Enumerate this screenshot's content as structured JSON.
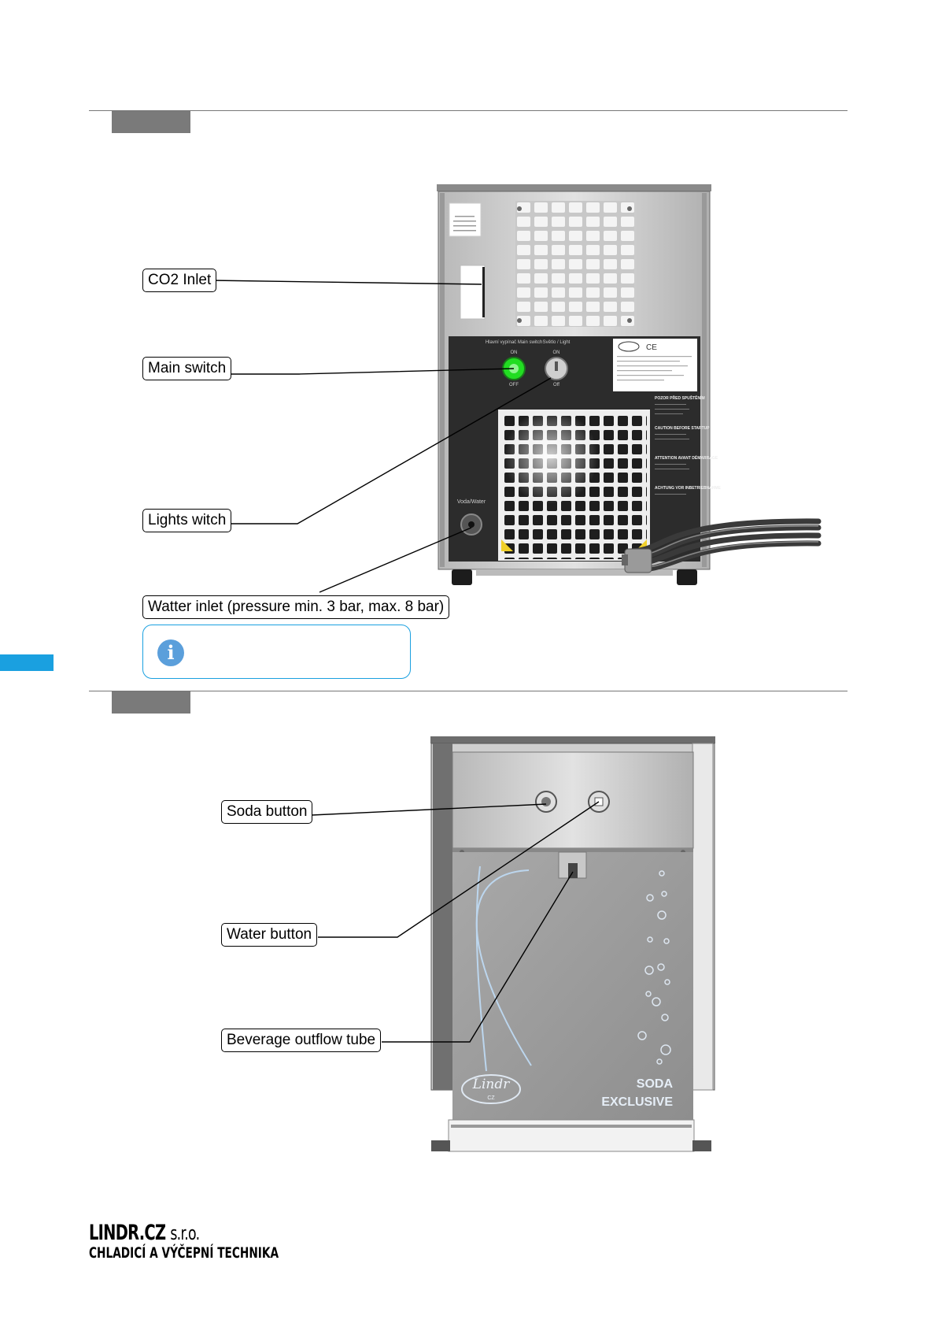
{
  "figure1": {
    "callouts": {
      "co2_inlet": "CO2 Inlet",
      "main_switch": "Main switch",
      "light_switch": "Lights witch",
      "water_inlet": "Watter inlet (pressure min. 3 bar, max. 8 bar)"
    },
    "panel_labels": {
      "main_switch": "Hlavní vypínač Main switch",
      "switch_on": "ON",
      "switch_off": "OFF",
      "light": "Světlo / Light",
      "light_on": "ON",
      "light_off": "Off",
      "water": "Voda/Water"
    },
    "warnings": [
      "POZOR PŘED SPUŠTĚNÍM",
      "CAUTION BEFORE STARTUP",
      "ATTENTION AVANT DÉMARRAGE",
      "ACHTUNG VOR INBETRIEBNAHME"
    ]
  },
  "figure2": {
    "callouts": {
      "soda_button": "Soda button",
      "water_button": "Water button",
      "outflow_tube": "Beverage outflow tube"
    },
    "product_name_line1": "SODA",
    "product_name_line2": "EXCLUSIVE",
    "logo_text": "Lindr",
    "logo_subtext": "CZ"
  },
  "footer": {
    "company": "LINDR.CZ",
    "company_suffix": "s.r.o.",
    "tagline": "CHLADICÍ A VÝČEPNÍ TECHNIKA"
  },
  "colors": {
    "accent": "#1aa0e0",
    "tab_gray": "#7a7a7a",
    "switch_green": "#22dd22"
  }
}
